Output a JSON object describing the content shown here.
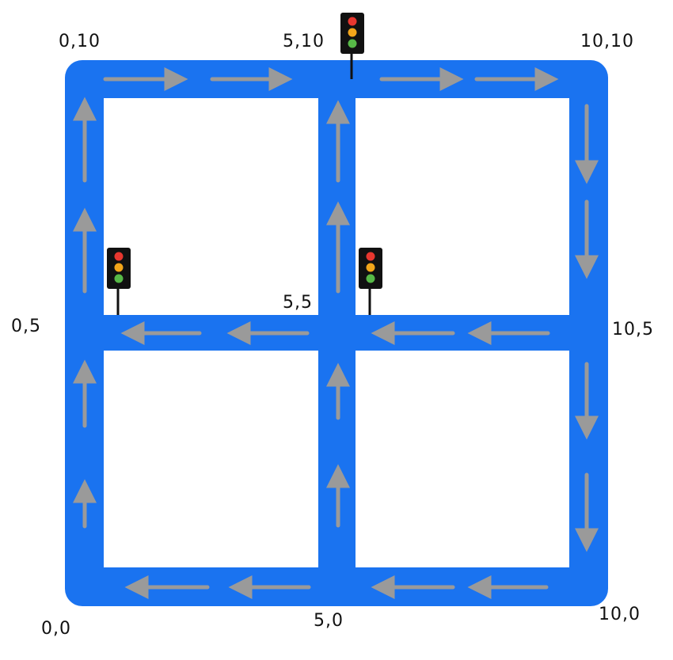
{
  "colors": {
    "road": "#1a73f0",
    "arrow": "#9a9a9a",
    "block": "#ffffff",
    "light_housing": "#111111",
    "light_red": "#e8372f",
    "light_amber": "#f2a51a",
    "light_green": "#57b947"
  },
  "coordinate_labels": {
    "c_0_10": "0,10",
    "c_5_10": "5,10",
    "c_10_10": "10,10",
    "c_0_5": "0,5",
    "c_5_5": "5,5",
    "c_10_5": "10,5",
    "c_0_0": "0,0",
    "c_5_0": "5,0",
    "c_10_0": "10,0"
  },
  "roads": {
    "top": "east",
    "right": "south",
    "bottom": "west",
    "left": "north",
    "middle_horizontal": "west",
    "middle_vertical": "north"
  },
  "traffic_lights": [
    {
      "location": "5,10",
      "icon": "traffic-light-icon"
    },
    {
      "location": "0,5",
      "icon": "traffic-light-icon"
    },
    {
      "location": "5,5",
      "icon": "traffic-light-icon"
    }
  ]
}
